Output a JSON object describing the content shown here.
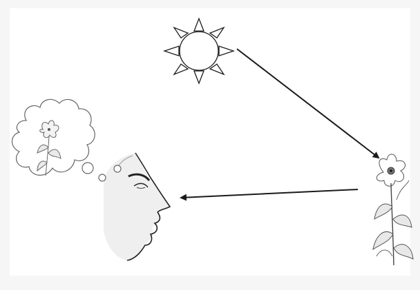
{
  "diagram": {
    "nodes": [
      {
        "id": "sun",
        "icon": "sun-icon"
      },
      {
        "id": "flower",
        "icon": "flower-icon"
      },
      {
        "id": "observer",
        "icon": "face-profile-icon"
      },
      {
        "id": "thought",
        "icon": "thought-bubble-icon"
      }
    ],
    "edges": [
      {
        "from": "sun",
        "to": "flower"
      },
      {
        "from": "flower",
        "to": "observer"
      }
    ],
    "colors": {
      "stroke": "#1a1a1a",
      "light_stroke": "#888888",
      "background": "#f6f6f6",
      "panel": "#ffffff"
    }
  }
}
